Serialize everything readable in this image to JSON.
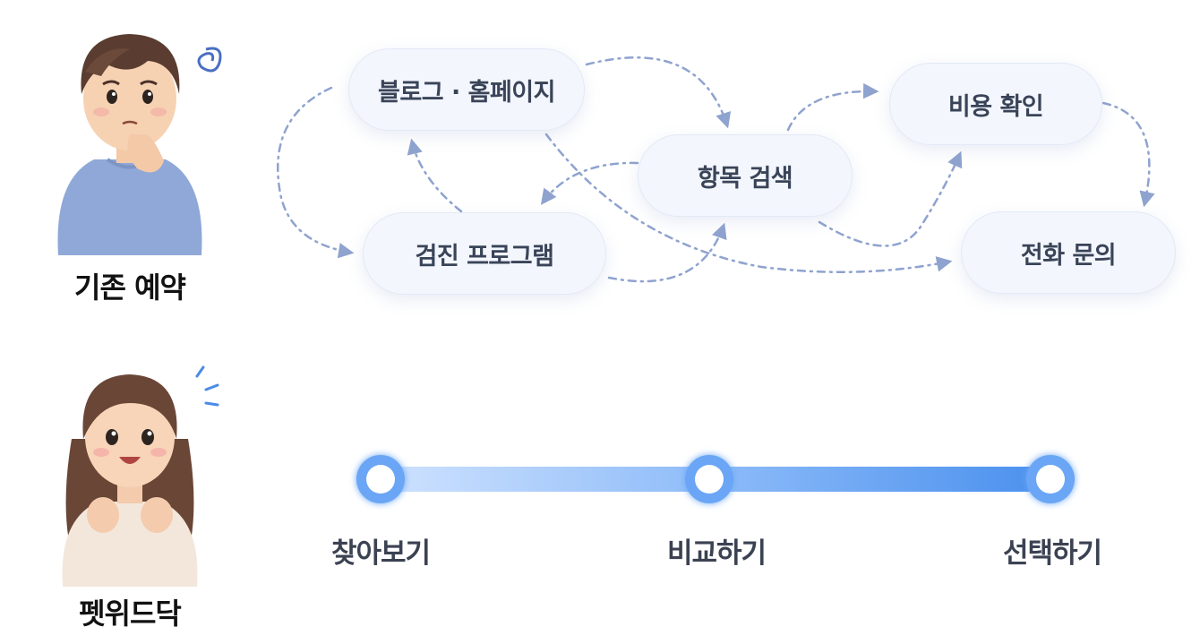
{
  "personas": {
    "before": {
      "label": "기존 예약"
    },
    "after": {
      "label": "펫위드닥"
    }
  },
  "old_flow": {
    "nodes": [
      {
        "id": "blog",
        "label": "블로그 · 홈페이지"
      },
      {
        "id": "search",
        "label": "항목 검색"
      },
      {
        "id": "cost",
        "label": "비용 확인"
      },
      {
        "id": "program",
        "label": "검진 프로그램"
      },
      {
        "id": "call",
        "label": "전화 문의"
      }
    ]
  },
  "new_flow": {
    "steps": [
      {
        "label": "찾아보기"
      },
      {
        "label": "비교하기"
      },
      {
        "label": "선택하기"
      }
    ]
  },
  "colors": {
    "arrow": "#8fa3cf",
    "pill_bg": "#f3f6fd",
    "pill_text": "#3a4458",
    "timeline_start": "#cfe2ff",
    "timeline_end": "#4a90ee",
    "node_ring": "#6aa6f5"
  }
}
